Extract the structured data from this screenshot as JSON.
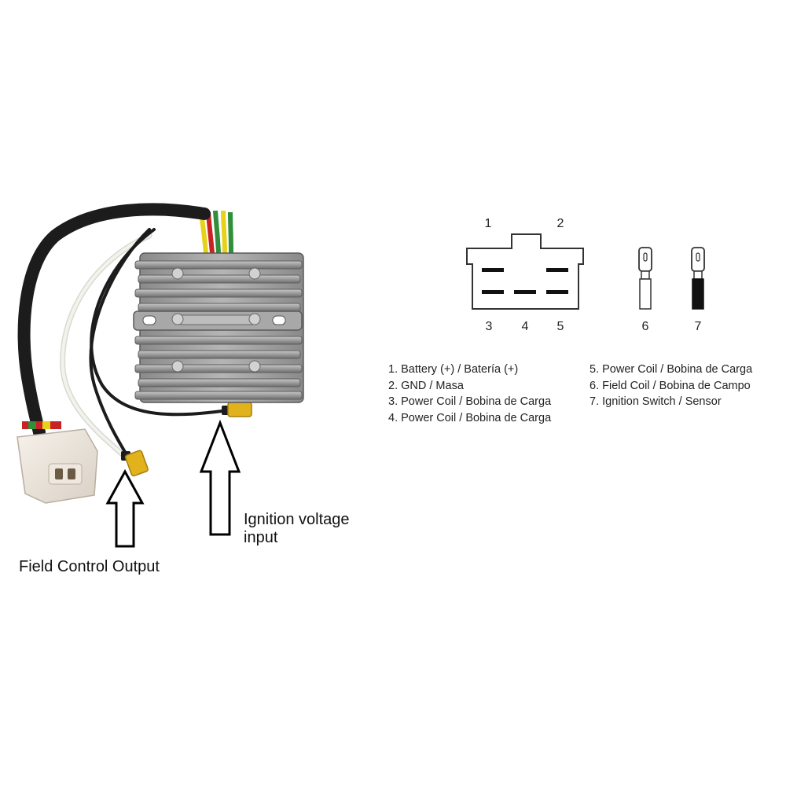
{
  "captions": {
    "field_output": "Field Control Output",
    "ignition_line1": "Ignition voltage",
    "ignition_line2": "input"
  },
  "connector": {
    "top_pins": [
      "1",
      "2"
    ],
    "bottom_pins": [
      "3",
      "4",
      "5"
    ]
  },
  "terminals": [
    "6",
    "7"
  ],
  "legend_left": [
    "1. Battery (+) / Batería (+)",
    "2. GND / Masa",
    "3. Power Coil / Bobina de Carga",
    "4. Power Coil / Bobina de Carga"
  ],
  "legend_right": [
    "5. Power Coil / Bobina de Carga",
    "6. Field Coil / Bobina de Campo",
    "7. Ignition Switch / Sensor"
  ],
  "colors": {
    "heatsink": "#9a9a9a",
    "wire_black": "#1c1c1c",
    "wire_white": "#e8e8e0",
    "terminal_gold": "#e2b21c",
    "wire_yellow": "#e6d21a",
    "wire_red": "#c92222",
    "wire_green": "#2f8f3a"
  }
}
